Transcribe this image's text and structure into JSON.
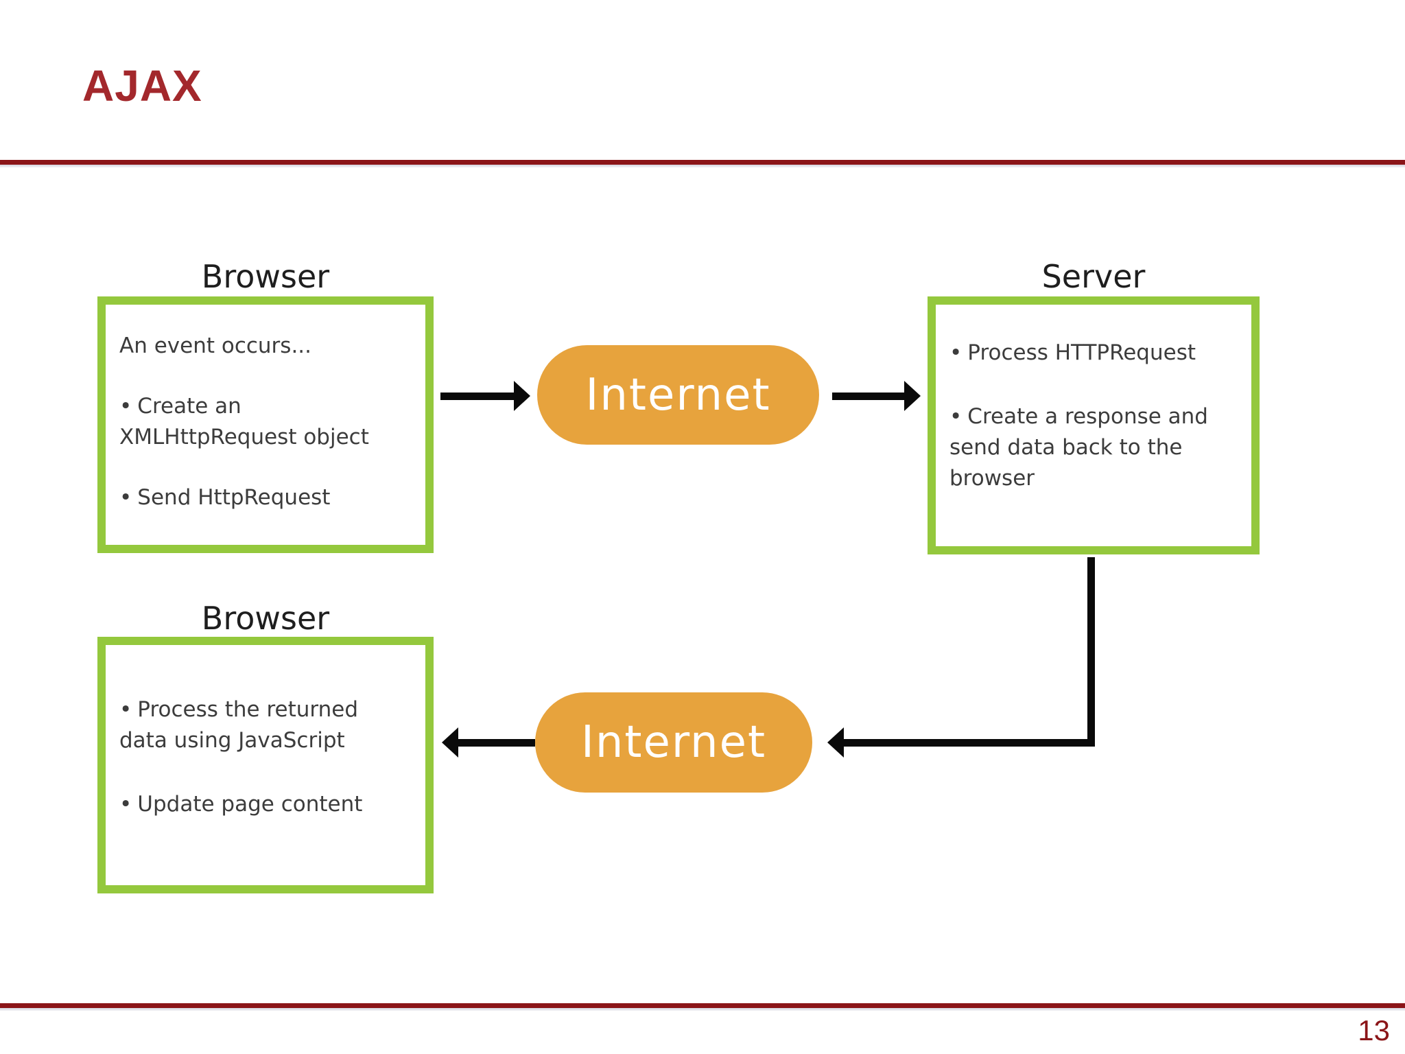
{
  "slide": {
    "title": "AJAX",
    "page_number": "13"
  },
  "colors": {
    "title_red": "#A3282C",
    "divider_red": "#8B1518",
    "box_green": "#94C83D",
    "oval_orange": "#E7A33D",
    "arrow_black": "#0A0A0A",
    "box_text": "#3C3C3C"
  },
  "diagram": {
    "bullet_char": "•",
    "browser_top": {
      "label": "Browser",
      "lines": [
        "An event occurs...",
        "Create an",
        "XMLHttpRequest object",
        "Send HttpRequest"
      ]
    },
    "internet_request": {
      "label": "Internet"
    },
    "server": {
      "label": "Server",
      "lines": [
        "Process HTTPRequest",
        "Create a response and",
        "send data back to the",
        "browser"
      ]
    },
    "internet_response": {
      "label": "Internet"
    },
    "browser_bottom": {
      "label": "Browser",
      "lines": [
        "Process the returned",
        "data using JavaScript",
        "Update page content"
      ]
    }
  }
}
